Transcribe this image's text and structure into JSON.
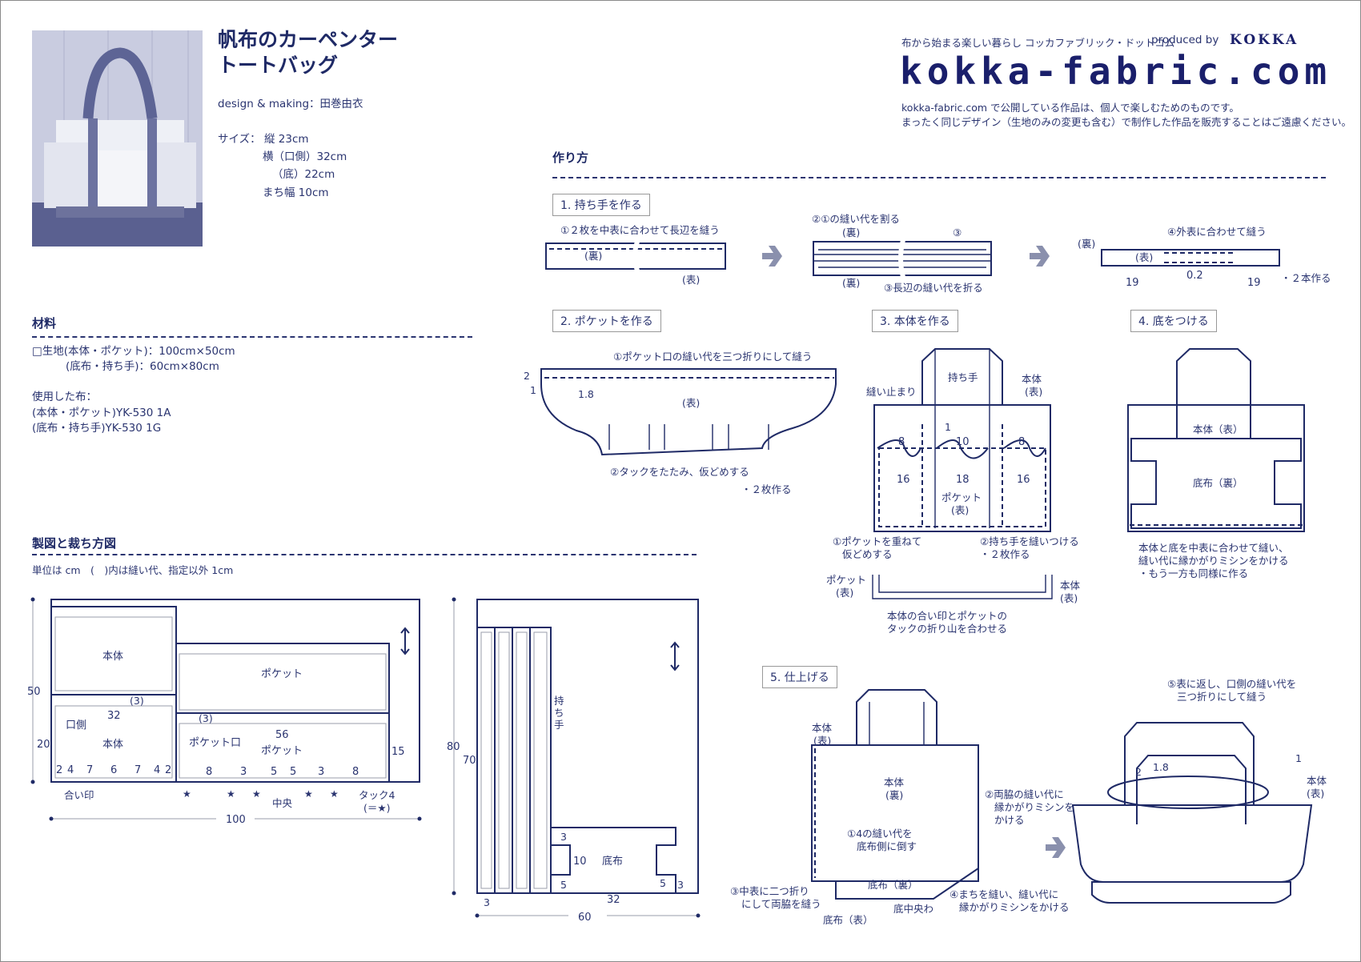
{
  "header": {
    "title_line1": "帆布のカーペンター",
    "title_line2": "トートバッグ",
    "credit": "design & making：田巻由衣",
    "size_label": "サイズ：",
    "size_lines": [
      "縦 23cm",
      "横（口側）32cm",
      "（底）22cm",
      "まち幅 10cm"
    ],
    "photo_alt": "tote-bag-photo"
  },
  "brand": {
    "tagline": "布から始まる楽しい暮らし コッカファブリック・ドットコム",
    "produced_by": "produced by",
    "kokka": "KOKKA",
    "logo": "kokka-fabric.com",
    "notice_line1": "kokka-fabric.com で公開している作品は、個人で楽しむためのものです。",
    "notice_line2": "まったく同じデザイン（生地のみの変更も含む）で制作した作品を販売することはご遠慮ください。"
  },
  "materials": {
    "heading": "材料",
    "line1": "□生地(本体・ポケット)：100cm×50cm",
    "line2": "(底布・持ち手)：60cm×80cm",
    "used_label": "使用した布：",
    "used1": "(本体・ポケット)YK-530 1A",
    "used2": "(底布・持ち手)YK-530 1G"
  },
  "pattern": {
    "heading": "製図と裁ち方図",
    "note": "単位は cm　(　)内は縫い代、指定以外 1cm",
    "sheet1": {
      "height": "50",
      "width": "100",
      "body": "本体",
      "pocket": "ポケット",
      "mouth_side": "口側",
      "pocket_mouth": "ポケット口",
      "w32": "32",
      "h20": "20",
      "w56": "56",
      "h15": "15",
      "sa3a": "(3)",
      "sa3b": "(3)",
      "body_marks": [
        "2",
        "4",
        "7",
        "6",
        "7",
        "4",
        "2"
      ],
      "pocket_marks": [
        "8",
        "3",
        "5",
        "5",
        "3",
        "8"
      ],
      "match_mark": "合い印",
      "center": "中央",
      "tuck": "タック4",
      "tuck_eq": "(＝★)",
      "star": "★"
    },
    "sheet2": {
      "height": "80",
      "width": "60",
      "h70": "70",
      "w3": "3",
      "handle": "持ち手",
      "bottom": "底布",
      "b3a": "3",
      "b10": "10",
      "b5a": "5",
      "b5b": "5",
      "b3b": "3",
      "b32": "32"
    }
  },
  "howto": {
    "heading": "作り方",
    "step1": {
      "title": "1. 持ち手を作る",
      "a": "①２枚を中表に合わせて長辺を縫う",
      "ura": "(裏)",
      "omote": "(表)",
      "b": "②①の縫い代を割る",
      "c3": "③",
      "ura2": "(裏)",
      "ura3": "(裏)",
      "c": "③長辺の縫い代を折る",
      "d": "④外表に合わせて縫う",
      "ura4": "(裏)",
      "omote2": "(表)",
      "n19a": "19",
      "n02": "0.2",
      "n19b": "19",
      "make2": "・２本作る"
    },
    "step2": {
      "title": "2. ポケットを作る",
      "a": "①ポケット口の縫い代を三つ折りにして縫う",
      "n2": "2",
      "n1": "1",
      "n18": "1.8",
      "omote": "(表)",
      "b": "②タックをたたみ、仮どめする",
      "make2": "・２枚作る"
    },
    "step3": {
      "title": "3. 本体を作る",
      "handle": "持ち手",
      "stop": "縫い止まり",
      "body": "本体",
      "omote": "(表)",
      "n1": "1",
      "n8a": "8",
      "n10": "10",
      "n8b": "8",
      "n16a": "16",
      "n18": "18",
      "n16b": "16",
      "pocket": "ポケット",
      "pocket_omote": "(表)",
      "a1": "①ポケットを重ねて",
      "a2": "仮どめする",
      "b1": "②持ち手を縫いつける",
      "b2": "・２枚作る",
      "pocket2": "ポケット",
      "pocket2_omote": "(表)",
      "body2": "本体",
      "body2_omote": "(表)",
      "c1": "本体の合い印とポケットの",
      "c2": "タックの折り山を合わせる"
    },
    "step4": {
      "title": "4. 底をつける",
      "body": "本体（表）",
      "bottom": "底布（裏）",
      "a1": "本体と底を中表に合わせて縫い、",
      "a2": "縫い代に縁かがりミシンをかける",
      "a3": "・もう一方も同様に作る"
    },
    "step5": {
      "title": "5. 仕上げる",
      "body": "本体",
      "body_omote": "(表)",
      "body_in": "本体",
      "body_ura": "(裏)",
      "a1": "①4の縫い代を",
      "a2": "底布側に倒す",
      "b1": "②両脇の縫い代に",
      "b2": "縁かがりミシンを",
      "b3": "かける",
      "c1": "③中表に二つ折り",
      "c2": "にして両脇を縫う",
      "bottom_ura": "底布（裏）",
      "bottom_center": "底中央わ",
      "bottom_omote": "底布（表）",
      "d1": "④まちを縫い、縫い代に",
      "d2": "縁かがりミシンをかける",
      "e1": "⑤表に返し、口側の縫い代を",
      "e2": "三つ折りにして縫う",
      "n2": "2",
      "n18": "1.8",
      "n1": "1",
      "body_r": "本体",
      "body_r_omote": "(表)"
    }
  },
  "colors": {
    "navy": "#1f2a66",
    "gray_arrow": "#8a90ad",
    "guide_gray": "#9a9cab"
  }
}
